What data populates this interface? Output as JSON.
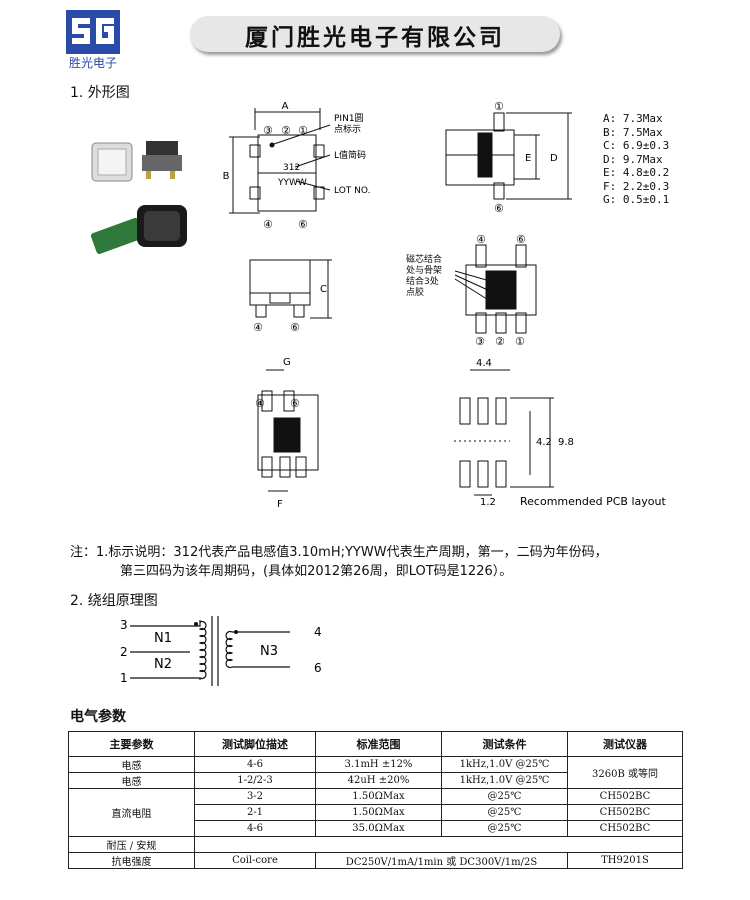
{
  "header": {
    "company": "厦门胜光电子有限公司",
    "logo_text": "胜光电子",
    "logo_letters": "SG"
  },
  "sections": {
    "outline": "1. 外形图",
    "winding": "2. 绕组原理图",
    "electrical": "电气参数"
  },
  "drawing": {
    "dim_a": "A",
    "dim_b": "B",
    "dim_c": "C",
    "dim_d": "D",
    "dim_e": "E",
    "dim_f": "F",
    "dim_g": "G",
    "pin1_label": "PIN1圆\n点标示",
    "inductance_code_label": "L值简码",
    "lot_label": "LOT NO.",
    "marking_code": "312",
    "marking_lot": "YYWW",
    "glue_label": "磁芯结合\n处与骨架\n结合3处\n点胶",
    "pin_1": "①",
    "pin_2": "②",
    "pin_3": "③",
    "pin_4": "④",
    "pin_6": "⑥",
    "pcb_label": "Recommended PCB layout",
    "pcb_w": "4.4",
    "pcb_pitch": "4.2",
    "pcb_h": "9.8",
    "pcb_pad": "1.2"
  },
  "dimensions": [
    "A: 7.3Max",
    "B: 7.5Max",
    "C: 6.9±0.3",
    "D: 9.7Max",
    "E: 4.8±0.2",
    "F: 2.2±0.3",
    "G: 0.5±0.1"
  ],
  "notes": {
    "line1": "注：1.标示说明：312代表产品电感值3.10mH;YYWW代表生产周期，第一，二码为年份码，",
    "line2": "第三四码为该年周期码，(具体如2012第26周，即LOT码是1226）。"
  },
  "winding": {
    "pin3": "3",
    "pin2": "2",
    "pin1": "1",
    "pin4": "4",
    "pin6": "6",
    "n1": "N1",
    "n2": "N2",
    "n3": "N3"
  },
  "table": {
    "headers": [
      "主要参数",
      "测试脚位描述",
      "标准范围",
      "测试条件",
      "测试仪器"
    ],
    "rows": [
      [
        "电感",
        "4-6",
        "3.1mH ±12%",
        "1kHz,1.0V @25℃"
      ],
      [
        "电感",
        "1-2/2-3",
        "42uH ±20%",
        "1kHz,1.0V @25℃"
      ],
      [
        "",
        "3-2",
        "1.50ΩMax",
        "@25℃",
        "CH502BC"
      ],
      [
        "",
        "2-1",
        "1.50ΩMax",
        "@25℃",
        "CH502BC"
      ],
      [
        "",
        "4-6",
        "35.0ΩMax",
        "@25℃",
        "CH502BC"
      ]
    ],
    "instrument_merged": "3260B 或等同",
    "dcr_label": "直流电阻",
    "hipot_label": "耐压 / 安规",
    "strength_label": "抗电强度",
    "strength_pins": "Coil-core",
    "strength_range": "DC250V/1mA/1min 或 DC300V/1m/2S",
    "strength_instrument": "TH9201S"
  },
  "colors": {
    "logo_blue": "#2a4aa8",
    "title_bg": "#e7e7e7",
    "core": "#111111"
  }
}
